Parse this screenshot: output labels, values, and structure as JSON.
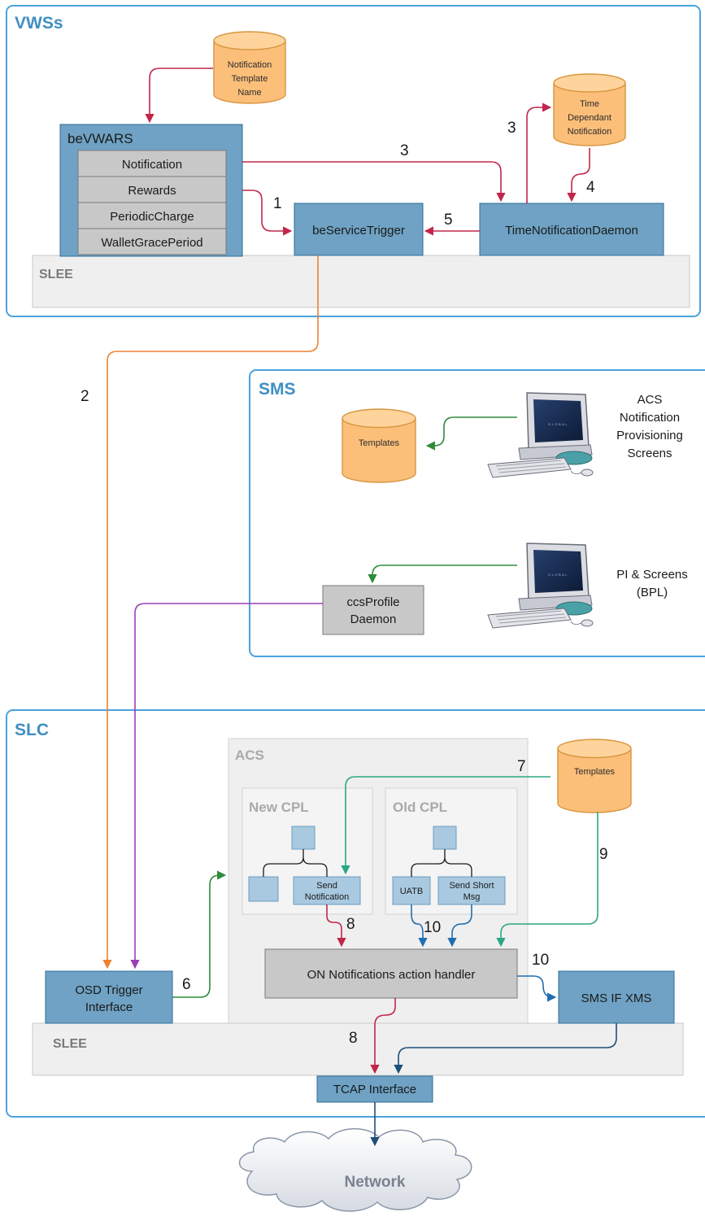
{
  "colors": {
    "section_border": "#4aa3df",
    "blue_box": "#6fa2c4",
    "grey_box": "#c8c8c8",
    "database": "#fcbf7a",
    "line_red": "#c1264a",
    "line_orange": "#ee8034",
    "line_green_dark": "#2e8b3a",
    "line_teal": "#2aa783",
    "line_purple": "#9a3fb5",
    "line_blue": "#1f6fb0",
    "line_navy": "#1f4f78"
  },
  "sections": {
    "vwss": "VWSs",
    "sms": "SMS",
    "slc": "SLC"
  },
  "slee_label": "SLEE",
  "databases": {
    "notification_template_name": [
      "Notification",
      "Template",
      "Name"
    ],
    "time_dependant_notification": [
      "Time",
      "Dependant",
      "Notification"
    ],
    "sms_templates": [
      "Templates"
    ],
    "slc_templates": [
      "Templates"
    ]
  },
  "bevwars": {
    "title": "beVWARS",
    "items": [
      "Notification",
      "Rewards",
      "PeriodicCharge",
      "WalletGracePeriod"
    ]
  },
  "boxes": {
    "be_service_trigger": "beServiceTrigger",
    "time_notification_daemon": "TimeNotificationDaemon",
    "ccs_profile_daemon": [
      "ccsProfile",
      "Daemon"
    ],
    "osd_trigger_interface": [
      "OSD Trigger",
      "Interface"
    ],
    "on_notifications_handler": "ON Notifications action handler",
    "sms_if_xms": "SMS IF XMS",
    "tcap_interface": "TCAP Interface"
  },
  "acs": {
    "title": "ACS",
    "new_cpl": {
      "title": "New CPL",
      "send_notification": [
        "Send",
        "Notification"
      ]
    },
    "old_cpl": {
      "title": "Old CPL",
      "uatb": "UATB",
      "send_short_msg": [
        "Send Short",
        "Msg"
      ]
    }
  },
  "terminals": {
    "acs_screens": [
      "ACS",
      "Notification",
      "Provisioning",
      "Screens"
    ],
    "pi_screens": [
      "PI & Screens",
      "(BPL)"
    ],
    "screen_text": "GLOBAL"
  },
  "network": "Network",
  "step_numbers": {
    "s1": "1",
    "s2": "2",
    "s3a": "3",
    "s3b": "3",
    "s4": "4",
    "s5": "5",
    "s6": "6",
    "s7": "7",
    "s8a": "8",
    "s8b": "8",
    "s9": "9",
    "s10a": "10",
    "s10b": "10"
  }
}
